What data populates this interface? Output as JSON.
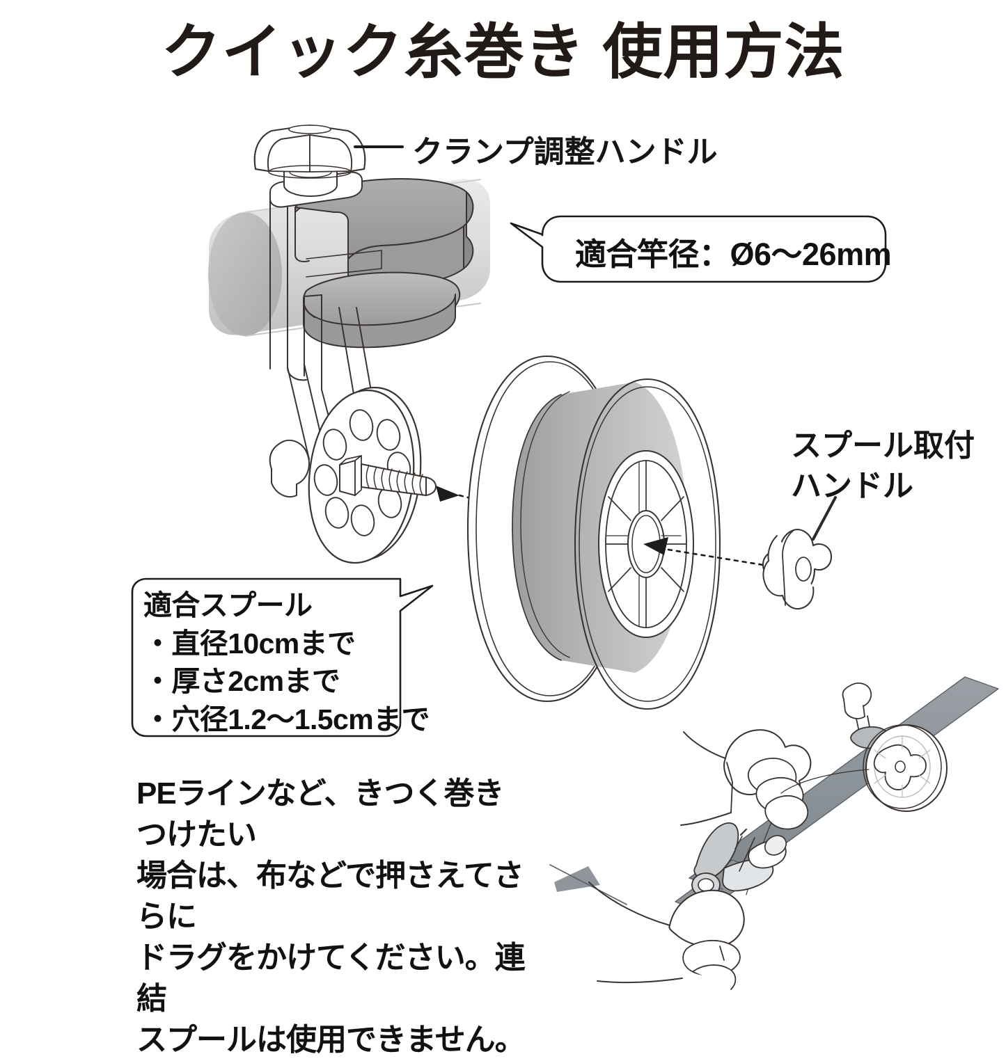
{
  "document": {
    "title": "クイック糸巻き 使用方法",
    "language": "ja",
    "type": "product-instruction-illustration"
  },
  "labels": {
    "clamp_handle": "クランプ調整ハンドル",
    "spool_mount_handle_line1": "スプール取付",
    "spool_mount_handle_line2": "ハンドル"
  },
  "callouts": {
    "rod_diameter": "適合竿径：Ø6〜26mm",
    "spool_spec": {
      "heading": "適合スプール",
      "items": [
        "・直径10cmまで",
        "・厚さ2cmまで",
        "・穴径1.2〜1.5cmまで"
      ]
    }
  },
  "note": {
    "lines": [
      "PEラインなど、きつく巻きつけたい",
      "場合は、布などで押さえてさらに",
      "ドラグをかけてください。連結",
      "スプールは使用できません。"
    ]
  },
  "colors": {
    "ink": "#3a3330",
    "text": "#111111",
    "title": "#211a17",
    "rod_tube_light": "#dcdcdc",
    "rod_tube_mid": "#b9b9b9",
    "clamp_pad_gray": "#a2a2a2",
    "clamp_pad_gray_light": "#b5b5b5",
    "spool_line_gray": "#b2b2b2",
    "spool_line_gray_light": "#cfcfcf",
    "rod_dark": "#8c9196",
    "reel_gray": "#b8bcc0",
    "background": "#ffffff"
  },
  "figures": {
    "clamp_assembly": "clamp-assembly-illustration",
    "spool_holder_disc": "spool-holder-disc-illustration",
    "line_spool": "line-spool-illustration",
    "knob_handle": "spool-mount-knob-illustration",
    "usage_scene": "rod-in-hand-usage-illustration"
  }
}
